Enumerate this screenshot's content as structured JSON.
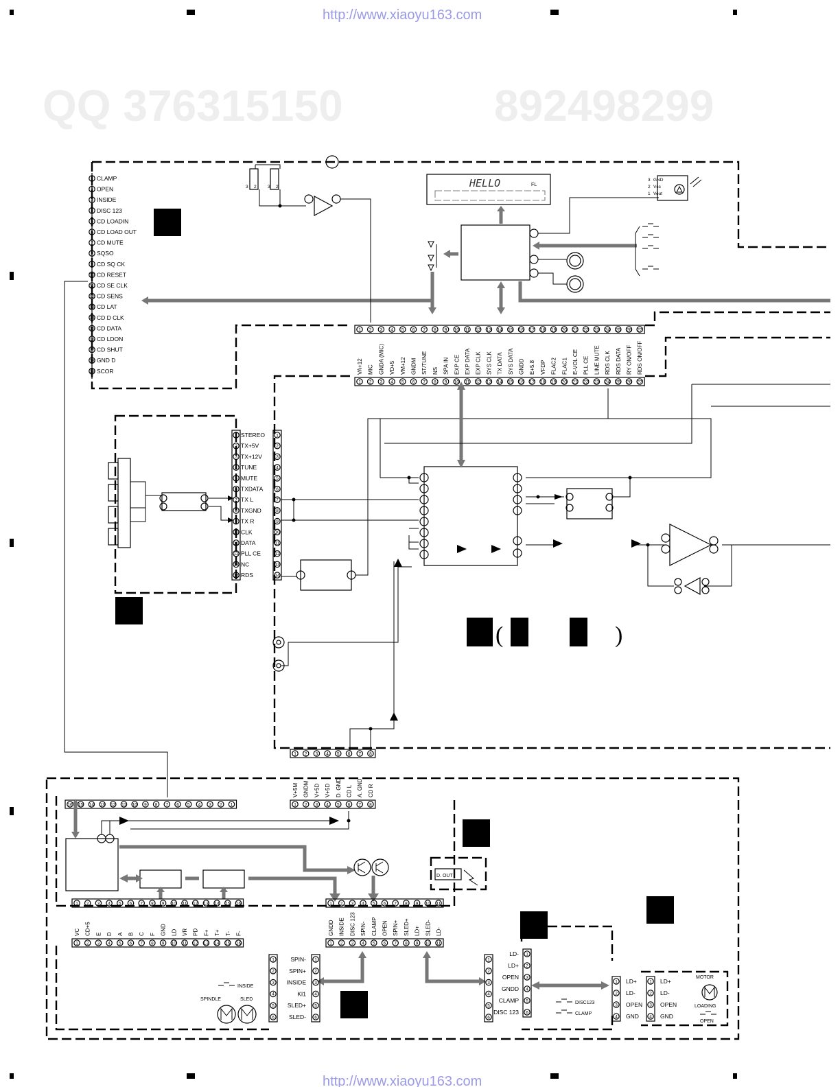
{
  "header": {
    "url": "http://www.xiaoyu163.com"
  },
  "footer": {
    "url": "http://www.xiaoyu163.com"
  },
  "watermark": {
    "qq1": "QQ 376315150",
    "qq2": "892498299"
  },
  "display": {
    "text": "HELLO",
    "tag": "FL"
  },
  "sensor_pins": [
    "GND",
    "Vcc",
    "Vout"
  ],
  "sensor_pin_nums": [
    "3",
    "2",
    "1"
  ],
  "cd_connector_pins": [
    "CLAMP",
    "OPEN",
    "INSIDE",
    "DISC 123",
    "CD LOADIN",
    "CD LOAD OUT",
    "CD MUTE",
    "SQSO",
    "CD SQ CK",
    "CD RESET",
    "CD SE CLK",
    "CD SENS",
    "CD LAT",
    "CD D CLK",
    "CD DATA",
    "CD LDON",
    "CD SHUT",
    "GND D",
    "SCOR"
  ],
  "main_connector_pins": [
    "VA+12",
    "MIC",
    "GNDA (MIC)",
    "VD+5",
    "VM+12",
    "GNDM",
    "ST/TUNE",
    "NS",
    "SPA IN",
    "EXP CE",
    "EXP DATA",
    "EXP CLK",
    "SYS CLK",
    "TX DATA",
    "SYS DATA",
    "GNDD",
    "E+5.8",
    "VFDP",
    "FLAC2",
    "FLAC1",
    "E-VOL CE",
    "PLL CE",
    "LINE MUTE",
    "RDS CLK",
    "RDS DATA",
    "RY ON/OFF",
    "RDS ON/OFF"
  ],
  "tuner_connector_pins": [
    "STEREO",
    "TX+5V",
    "TX+12V",
    "TUNE",
    "MUTE",
    "TXDATA",
    "TX L",
    "TXGND",
    "TX R",
    "CLK",
    "DATA",
    "PLL CE",
    "NC",
    "RDS"
  ],
  "cd_power_pins": [
    "V+5M",
    "GNDM",
    "V+5D",
    "V+5D",
    "D. GND",
    "CD L",
    "A. GND",
    "CD R"
  ],
  "servo_pins": [
    "VC",
    "CD+5",
    "E",
    "D",
    "A",
    "B",
    "C",
    "F",
    "GND",
    "LD",
    "VR",
    "PD",
    "F+",
    "T+",
    "T-",
    "F-"
  ],
  "mech_pins": [
    "GNDD",
    "INSIDE",
    "DISC 123",
    "SPIN-",
    "CLAMP",
    "OPEN",
    "SPIN+",
    "SLED+",
    "LD+",
    "SLED-",
    "LD-"
  ],
  "motor_pins": [
    "SPIN-",
    "SPIN+",
    "INSIDE",
    "KI1",
    "SLED+",
    "SLED-"
  ],
  "loading_pins_left": [
    "LD-",
    "LD+",
    "OPEN",
    "GNDD",
    "CLAMP",
    "DISC 123"
  ],
  "loading_pins_right": [
    "LD+",
    "LD-",
    "OPEN",
    "GND"
  ],
  "labels": {
    "d_out": "D. OUT",
    "inside_sw": "INSIDE",
    "spindle": "SPINDLE",
    "sled": "SLED",
    "disc123_sw": "DISC123",
    "clamp_sw": "CLAMP",
    "motor": "MOTOR",
    "loading": "LOADING",
    "open": "OPEN",
    "paren_open": "(",
    "paren_close": ")"
  }
}
